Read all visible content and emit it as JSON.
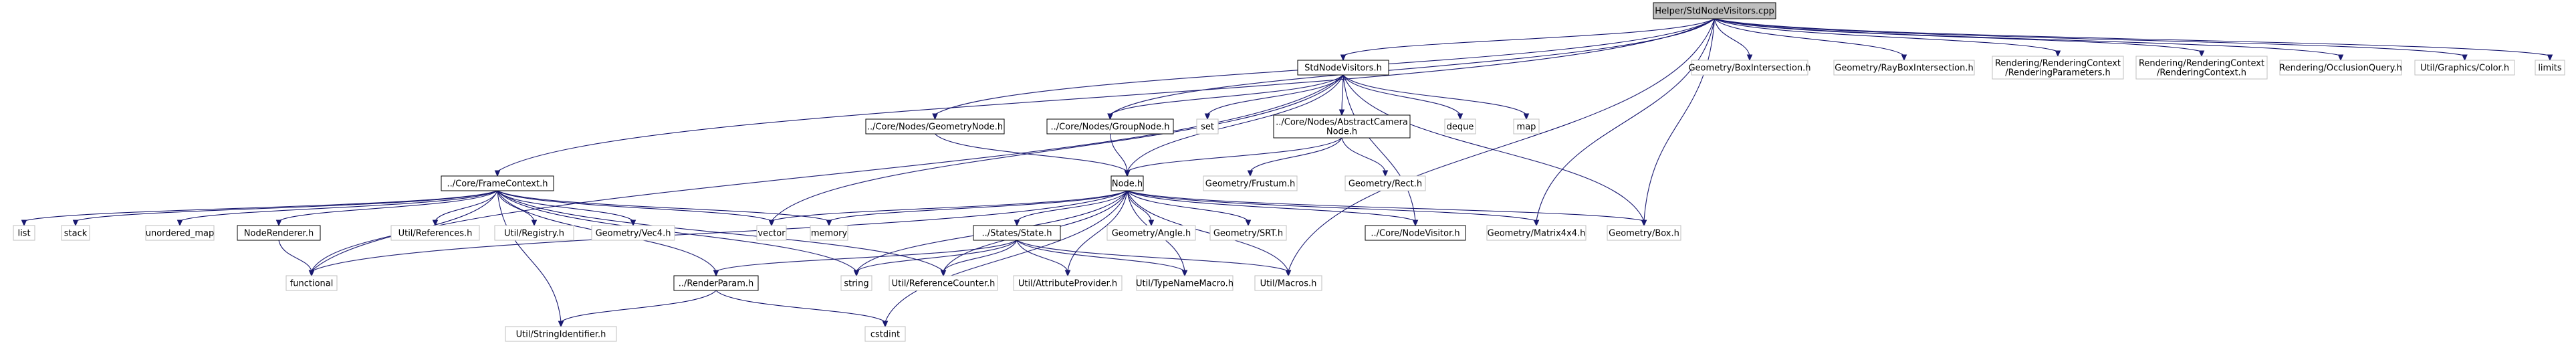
{
  "diagram": {
    "type": "include-dependency-graph",
    "colors": {
      "edge": "#191970",
      "root_fill": "#bfbfbf",
      "doc_border": "#000000",
      "ext_border": "#bfbfbf"
    },
    "nodes": [
      {
        "id": "root",
        "kind": "root",
        "lines": [
          "Helper/StdNodeVisitors.cpp"
        ]
      },
      {
        "id": "stdnv",
        "kind": "doc",
        "lines": [
          "StdNodeVisitors.h"
        ]
      },
      {
        "id": "geomnode",
        "kind": "doc",
        "lines": [
          "../Core/Nodes/GeometryNode.h"
        ]
      },
      {
        "id": "groupnode",
        "kind": "doc",
        "lines": [
          "../Core/Nodes/GroupNode.h"
        ]
      },
      {
        "id": "set",
        "kind": "ext",
        "lines": [
          "set"
        ]
      },
      {
        "id": "abscam",
        "kind": "doc",
        "lines": [
          "../Core/Nodes/AbstractCamera",
          "Node.h"
        ]
      },
      {
        "id": "deque",
        "kind": "ext",
        "lines": [
          "deque"
        ]
      },
      {
        "id": "map",
        "kind": "ext",
        "lines": [
          "map"
        ]
      },
      {
        "id": "boxint",
        "kind": "ext",
        "lines": [
          "Geometry/BoxIntersection.h"
        ]
      },
      {
        "id": "rayboxint",
        "kind": "ext",
        "lines": [
          "Geometry/RayBoxIntersection.h"
        ]
      },
      {
        "id": "renderparams",
        "kind": "ext",
        "lines": [
          "Rendering/RenderingContext",
          "/RenderingParameters.h"
        ]
      },
      {
        "id": "renderctx",
        "kind": "ext",
        "lines": [
          "Rendering/RenderingContext",
          "/RenderingContext.h"
        ]
      },
      {
        "id": "occlusion",
        "kind": "ext",
        "lines": [
          "Rendering/OcclusionQuery.h"
        ]
      },
      {
        "id": "color",
        "kind": "ext",
        "lines": [
          "Util/Graphics/Color.h"
        ]
      },
      {
        "id": "limits",
        "kind": "ext",
        "lines": [
          "limits"
        ]
      },
      {
        "id": "framectx",
        "kind": "doc",
        "lines": [
          "../Core/FrameContext.h"
        ]
      },
      {
        "id": "node",
        "kind": "doc",
        "lines": [
          "Node.h"
        ]
      },
      {
        "id": "frustum",
        "kind": "ext",
        "lines": [
          "Geometry/Frustum.h"
        ]
      },
      {
        "id": "rect",
        "kind": "ext",
        "lines": [
          "Geometry/Rect.h"
        ]
      },
      {
        "id": "list",
        "kind": "ext",
        "lines": [
          "list"
        ]
      },
      {
        "id": "stack",
        "kind": "ext",
        "lines": [
          "stack"
        ]
      },
      {
        "id": "umap",
        "kind": "ext",
        "lines": [
          "unordered_map"
        ]
      },
      {
        "id": "noderenderer",
        "kind": "doc",
        "lines": [
          "NodeRenderer.h"
        ]
      },
      {
        "id": "utilrefs",
        "kind": "ext",
        "lines": [
          "Util/References.h"
        ]
      },
      {
        "id": "utilreg",
        "kind": "ext",
        "lines": [
          "Util/Registry.h"
        ]
      },
      {
        "id": "vec4",
        "kind": "ext",
        "lines": [
          "Geometry/Vec4.h"
        ]
      },
      {
        "id": "vector",
        "kind": "ext",
        "lines": [
          "vector"
        ]
      },
      {
        "id": "memory",
        "kind": "ext",
        "lines": [
          "memory"
        ]
      },
      {
        "id": "statesh",
        "kind": "doc",
        "lines": [
          "../States/State.h"
        ]
      },
      {
        "id": "angle",
        "kind": "ext",
        "lines": [
          "Geometry/Angle.h"
        ]
      },
      {
        "id": "srt",
        "kind": "ext",
        "lines": [
          "Geometry/SRT.h"
        ]
      },
      {
        "id": "nodevisitor",
        "kind": "doc",
        "lines": [
          "../Core/NodeVisitor.h"
        ]
      },
      {
        "id": "matrix",
        "kind": "ext",
        "lines": [
          "Geometry/Matrix4x4.h"
        ]
      },
      {
        "id": "box",
        "kind": "ext",
        "lines": [
          "Geometry/Box.h"
        ]
      },
      {
        "id": "functional",
        "kind": "ext",
        "lines": [
          "functional"
        ]
      },
      {
        "id": "string",
        "kind": "ext",
        "lines": [
          "string"
        ]
      },
      {
        "id": "refcounter",
        "kind": "ext",
        "lines": [
          "Util/ReferenceCounter.h"
        ]
      },
      {
        "id": "attrprov",
        "kind": "ext",
        "lines": [
          "Util/AttributeProvider.h"
        ]
      },
      {
        "id": "typename",
        "kind": "ext",
        "lines": [
          "Util/TypeNameMacro.h"
        ]
      },
      {
        "id": "macros",
        "kind": "ext",
        "lines": [
          "Util/Macros.h"
        ]
      },
      {
        "id": "renderparam",
        "kind": "doc",
        "lines": [
          "../RenderParam.h"
        ]
      },
      {
        "id": "strid",
        "kind": "ext",
        "lines": [
          "Util/StringIdentifier.h"
        ]
      },
      {
        "id": "cstdint",
        "kind": "ext",
        "lines": [
          "cstdint"
        ]
      }
    ],
    "edges": [
      [
        "root",
        "stdnv"
      ],
      [
        "root",
        "geomnode"
      ],
      [
        "root",
        "groupnode"
      ],
      [
        "root",
        "framectx"
      ],
      [
        "root",
        "boxint"
      ],
      [
        "root",
        "rayboxint"
      ],
      [
        "root",
        "renderparams"
      ],
      [
        "root",
        "renderctx"
      ],
      [
        "root",
        "occlusion"
      ],
      [
        "root",
        "color"
      ],
      [
        "root",
        "limits"
      ],
      [
        "root",
        "matrix"
      ],
      [
        "root",
        "box"
      ],
      [
        "root",
        "macros"
      ],
      [
        "stdnv",
        "groupnode"
      ],
      [
        "stdnv",
        "set"
      ],
      [
        "stdnv",
        "abscam"
      ],
      [
        "stdnv",
        "deque"
      ],
      [
        "stdnv",
        "map"
      ],
      [
        "stdnv",
        "node"
      ],
      [
        "stdnv",
        "nodevisitor"
      ],
      [
        "stdnv",
        "box"
      ],
      [
        "stdnv",
        "vector"
      ],
      [
        "stdnv",
        "functional"
      ],
      [
        "geomnode",
        "node"
      ],
      [
        "groupnode",
        "node"
      ],
      [
        "abscam",
        "node"
      ],
      [
        "abscam",
        "frustum"
      ],
      [
        "abscam",
        "rect"
      ],
      [
        "framectx",
        "list"
      ],
      [
        "framectx",
        "stack"
      ],
      [
        "framectx",
        "umap"
      ],
      [
        "framectx",
        "noderenderer"
      ],
      [
        "framectx",
        "utilrefs"
      ],
      [
        "framectx",
        "utilreg"
      ],
      [
        "framectx",
        "vec4"
      ],
      [
        "framectx",
        "vector"
      ],
      [
        "framectx",
        "memory"
      ],
      [
        "framectx",
        "functional"
      ],
      [
        "framectx",
        "string"
      ],
      [
        "framectx",
        "refcounter"
      ],
      [
        "framectx",
        "renderparam"
      ],
      [
        "framectx",
        "strid"
      ],
      [
        "noderenderer",
        "functional"
      ],
      [
        "node",
        "vector"
      ],
      [
        "node",
        "memory"
      ],
      [
        "node",
        "statesh"
      ],
      [
        "node",
        "angle"
      ],
      [
        "node",
        "srt"
      ],
      [
        "node",
        "nodevisitor"
      ],
      [
        "node",
        "matrix"
      ],
      [
        "node",
        "box"
      ],
      [
        "node",
        "functional"
      ],
      [
        "node",
        "string"
      ],
      [
        "node",
        "refcounter"
      ],
      [
        "node",
        "attrprov"
      ],
      [
        "node",
        "typename"
      ],
      [
        "node",
        "macros"
      ],
      [
        "node",
        "cstdint"
      ],
      [
        "statesh",
        "string"
      ],
      [
        "statesh",
        "refcounter"
      ],
      [
        "statesh",
        "attrprov"
      ],
      [
        "statesh",
        "typename"
      ],
      [
        "statesh",
        "macros"
      ],
      [
        "statesh",
        "renderparam"
      ],
      [
        "renderparam",
        "strid"
      ],
      [
        "renderparam",
        "cstdint"
      ]
    ]
  }
}
